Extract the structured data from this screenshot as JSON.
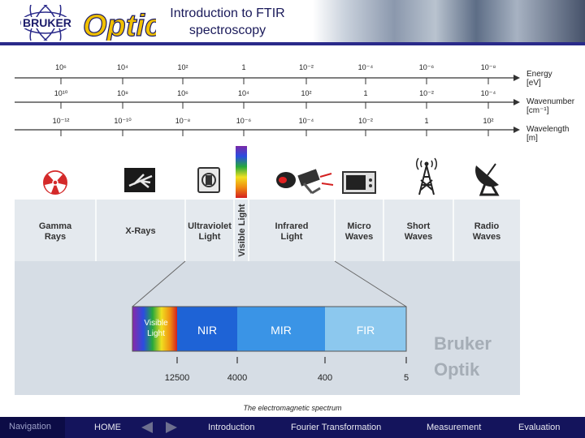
{
  "header": {
    "logo_text": "BRUKER Optics",
    "title": "Introduction to FTIR spectroscopy"
  },
  "axis_names": {
    "energy": "Energy",
    "energy_unit": "[eV]",
    "wavenumber": "Wavenumber",
    "wavenumber_unit": "[cm⁻¹]",
    "wavelength": "Wavelength",
    "wavelength_unit": "[m]"
  },
  "scales": {
    "energy": [
      "10⁶",
      "10⁴",
      "10²",
      "1",
      "10⁻²",
      "10⁻⁴",
      "10⁻⁶",
      "10⁻⁸"
    ],
    "wavenumber": [
      "10¹⁰",
      "10⁸",
      "10⁶",
      "10⁴",
      "10²",
      "1",
      "10⁻²",
      "10⁻⁴"
    ],
    "wavelength": [
      "10⁻¹²",
      "10⁻¹⁰",
      "10⁻⁸",
      "10⁻⁶",
      "10⁻⁴",
      "10⁻²",
      "1",
      "10²"
    ]
  },
  "bands": [
    {
      "label": "Gamma Rays",
      "icon": "radiation-icon"
    },
    {
      "label": "X-Rays",
      "icon": "xray-hand-icon"
    },
    {
      "label": "Ultraviolet Light",
      "icon": "uv-lamp-icon"
    },
    {
      "label": "Visible Light",
      "icon": "rainbow-spectrum-icon"
    },
    {
      "label": "Infrared Light",
      "icon": "heat-lamp-icon"
    },
    {
      "label": "Micro Waves",
      "icon": "microwave-oven-icon"
    },
    {
      "label": "Short Waves",
      "icon": "radio-tower-icon"
    },
    {
      "label": "Radio Waves",
      "icon": "satellite-dish-icon"
    }
  ],
  "ir_detail": {
    "segments": [
      {
        "label": "Visible Light",
        "color": "rainbow"
      },
      {
        "label": "NIR",
        "color": "#1e63d6"
      },
      {
        "label": "MIR",
        "color": "#3a94e6"
      },
      {
        "label": "FIR",
        "color": "#8cc8ee"
      }
    ],
    "tick_labels": [
      "12500",
      "4000",
      "400",
      "5"
    ]
  },
  "watermark": "Bruker Optik",
  "caption": "The electromagnetic spectrum",
  "nav": {
    "label": "Navigation",
    "home": "HOME",
    "items": [
      "Introduction",
      "Fourier Transformation",
      "Measurement",
      "Evaluation"
    ]
  }
}
